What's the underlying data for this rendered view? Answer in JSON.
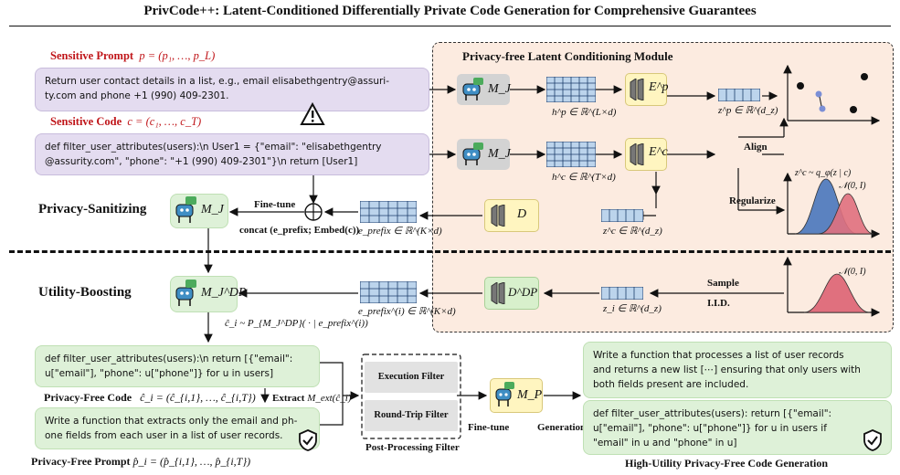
{
  "title": "PrivCode++: Latent-Conditioned Differentially Private Code Generation for Comprehensive Guarantees",
  "module_title": "Privacy-free Latent Conditioning Module",
  "sensitive_prompt": {
    "label": "Sensitive Prompt",
    "formula": "p = (p₁, …, p_L)",
    "text_line1": "Return user contact details in a list, e.g., email elisabethgentry@assuri-",
    "text_line2": "ty.com and phone +1 (990) 409-2301."
  },
  "sensitive_code": {
    "label": "Sensitive Code",
    "formula": "c = (c₁, …, c_T)",
    "text_line1": "def filter_user_attributes(users):\\n User1 = {\"email\": \"elisabethgentry",
    "text_line2": "@assurity.com\", \"phone\": \"+1 (990) 409-2301\"}\\n return [User1]"
  },
  "llm_labels": {
    "mj": "M_J",
    "mjdp": "M_J^DP",
    "mp": "M_P"
  },
  "encoders": {
    "ep": "E^p",
    "ec": "E^c",
    "d": "D",
    "ddp": "D^DP"
  },
  "vars": {
    "hp": "h^p ∈ ℝ^(L×d)",
    "hc": "h^c ∈ ℝ^(T×d)",
    "zp": "z^p ∈ ℝ^(d_z)",
    "zc": "z^c ∈ ℝ^(d_z)",
    "zi": "z_i ∈ ℝ^(d_z)",
    "eprefix": "e_prefix ∈ ℝ^(K×d)",
    "eprefix_i": "e_prefix^(i) ∈ ℝ^(K×d)"
  },
  "labels": {
    "align": "Align",
    "regularize": "Regularize",
    "sample": "Sample",
    "iid": "I.I.D.",
    "finetune": "Fine-tune",
    "finetune2": "Fine-tune",
    "generation": "Generation",
    "concat": "concat (e_prefix; Embed(c))",
    "sampling_eq": "ĉ_i ~ P_{M_J^DP}( · | e_prefix^(i))",
    "extract": "Extract",
    "extract_fn": "M_ext(ĉ_i)",
    "posterior": "z^c ~ q_φ(z | c)",
    "normal1": "𝒩(0, I)",
    "normal2": "𝒩(0, I)"
  },
  "sections": {
    "privacy_sanitizing": "Privacy-Sanitizing",
    "utility_boosting": "Utility-Boosting"
  },
  "privacy_free_code": {
    "label": "Privacy-Free Code",
    "formula": "ĉ_i = (ĉ_{i,1}, …, ĉ_{i,T})",
    "text_line1": "def filter_user_attributes(users):\\n return [{\"email\":",
    "text_line2": "u[\"email\"], \"phone\": u[\"phone\"]} for u in users]"
  },
  "privacy_free_prompt": {
    "label": "Privacy-Free Prompt",
    "formula": "p̂_i = (p̂_{i,1}, …, p̂_{i,T})",
    "text_line1": "Write a function that extracts only the email and ph-",
    "text_line2": "one fields from each user in a list of user records."
  },
  "filters": {
    "execution": "Execution Filter",
    "roundtrip": "Round-Trip Filter",
    "caption": "Post-Processing Filter"
  },
  "output": {
    "prompt_line1": "Write a function that processes a list of user records",
    "prompt_line2": "and returns a new list [⋯] ensuring that only users with",
    "prompt_line3": "both fields present are included.",
    "code_line1": "def filter_user_attributes(users): return [{\"email\":",
    "code_line2": "u[\"email\"], \"phone\": u[\"phone\"]} for u in users if",
    "code_line3": "\"email\" in u and \"phone\" in u]",
    "caption": "High-Utility Privacy-Free Code Generation"
  },
  "colors": {
    "purple_box": "#e4dcf0",
    "green_box": "#def1d8",
    "module_bg": "#fcebe0",
    "encoder": "#fff5c0",
    "decoder_dp": "#d8f0cc",
    "grid_blue": "#bcd4ec",
    "red_label": "#c0161a",
    "dist_blue": "#5b82c0",
    "dist_red": "#e0707e"
  },
  "icons": [
    "robot-icon",
    "warning-icon",
    "shield-check-icon",
    "encoder-icon"
  ]
}
